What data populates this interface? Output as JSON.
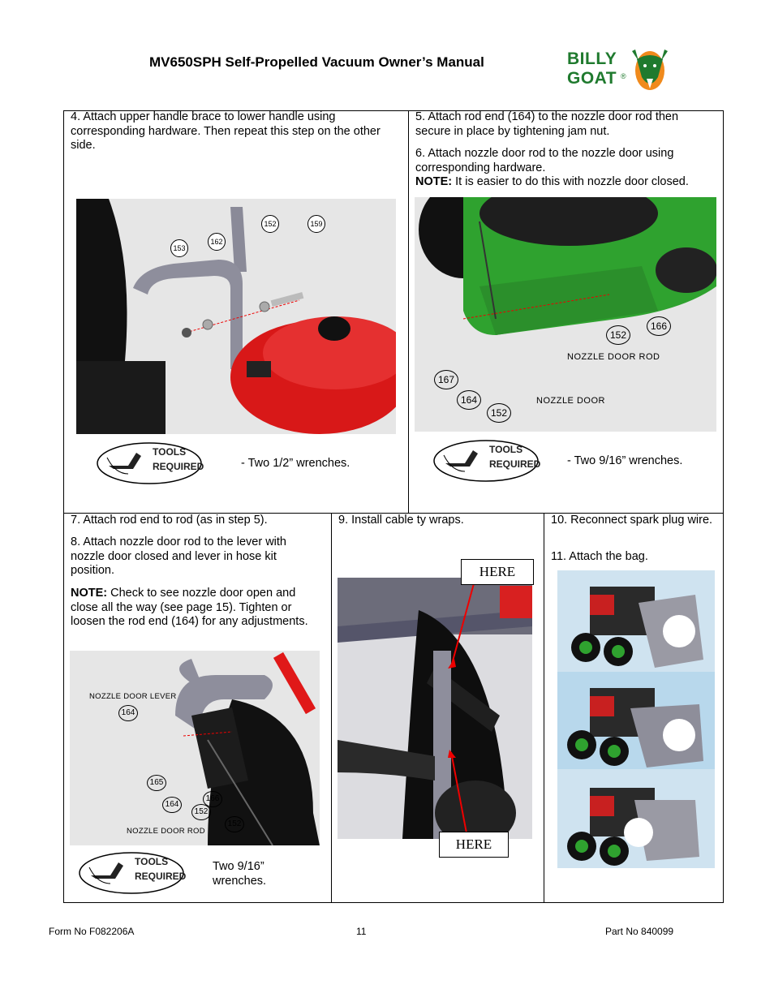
{
  "header": {
    "title": "MV650SPH Self-Propelled Vacuum Owner’s Manual",
    "logo_line1": "BILLY",
    "logo_line2": "GOAT",
    "logo_mark": "®"
  },
  "cells": {
    "step4": {
      "text": "4. Attach upper handle brace to lower handle using corresponding hardware. Then repeat this step on the other side."
    },
    "step5": {
      "text": "5. Attach rod end (164) to the nozzle door rod then secure in place by tightening jam nut."
    },
    "step6": {
      "text": "6. Attach nozzle door rod to the nozzle door using corresponding hardware.",
      "note_label": "NOTE:",
      "note_text": " It is easier to do this with nozzle door closed."
    },
    "step7": {
      "text": "7. Attach rod end to rod (as in step 5)."
    },
    "step8": {
      "text": "8. Attach nozzle door rod to the lever with nozzle door closed and lever in hose kit position.",
      "note_label": "NOTE:",
      "note_text": " Check to see nozzle door open and close all the way (see page 15). Tighten or loosen the rod end (164) for any adjustments."
    },
    "step9": {
      "text": "9. Install cable ty wraps."
    },
    "step10": {
      "text": "10. Reconnect spark plug wire."
    },
    "step11": {
      "text": "11. Attach the bag."
    }
  },
  "tools": {
    "badge_line1": "TOOLS",
    "badge_line2": "REQUIRED",
    "a": "- Two 1/2” wrenches.",
    "b": "- Two 9/16” wrenches.",
    "c": "Two 9/16” wrenches."
  },
  "callouts": {
    "img1": [
      "153",
      "162",
      "152",
      "159"
    ],
    "img2": [
      "166",
      "152",
      "NOZZLE DOOR ROD",
      "167",
      "164",
      "152",
      "NOZZLE DOOR"
    ],
    "img3": [
      "NOZZLE DOOR LEVER",
      "164",
      "165",
      "164",
      "152",
      "166",
      "NOZZLE DOOR ROD",
      "152"
    ],
    "here_top": "HERE",
    "here_bottom": "HERE"
  },
  "footer": {
    "form": "Form No F082206A",
    "page": "11",
    "part": "Part No 840099"
  },
  "colors": {
    "mower_green": "#2fa22f",
    "mower_red": "#e01818",
    "logo_green": "#1f7a2e",
    "logo_orange": "#f08a1c"
  }
}
